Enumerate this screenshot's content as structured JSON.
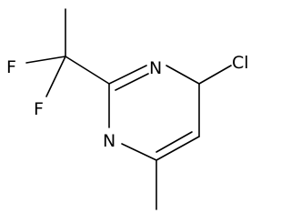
{
  "molecule": {
    "atoms": {
      "f_top": "F",
      "f_bottom": "F",
      "n_top": "N",
      "n_bottom": "N",
      "cl": "Cl"
    },
    "colors": {
      "bond": "#000000",
      "text": "#000000",
      "background": "#ffffff"
    }
  }
}
